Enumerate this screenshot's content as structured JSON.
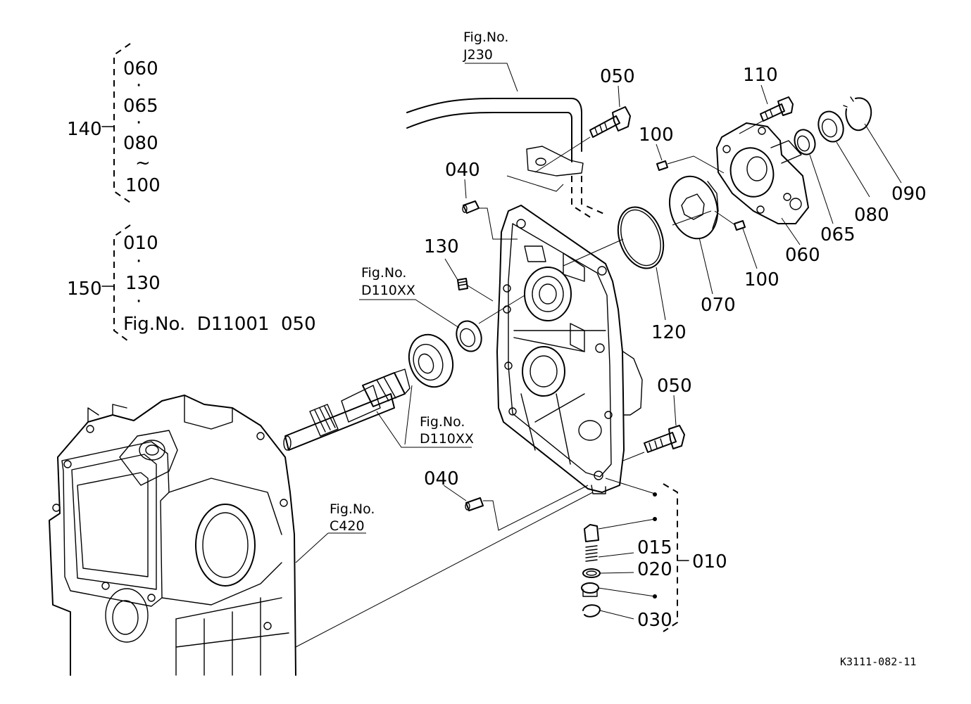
{
  "drawing_code": "K3111-082-11",
  "groups": {
    "g140": {
      "number": "140",
      "items": [
        "060",
        "·",
        "065",
        "·",
        "080",
        "~",
        "100"
      ]
    },
    "g150": {
      "number": "150",
      "items": [
        "010",
        "·",
        "130",
        "·",
        "Fig.No.  D11001  050"
      ]
    }
  },
  "fig_refs": {
    "j230": {
      "title": "Fig.No.",
      "code": "J230"
    },
    "d110xx_a": {
      "title": "Fig.No.",
      "code": "D110XX"
    },
    "d110xx_b": {
      "title": "Fig.No.",
      "code": "D110XX"
    },
    "c420": {
      "title": "Fig.No.",
      "code": "C420"
    }
  },
  "parts": {
    "p050_top": "050",
    "p050_right": "050",
    "p040_top": "040",
    "p040_bottom": "040",
    "p130": "130",
    "p120": "120",
    "p070": "070",
    "p100_top": "100",
    "p100_bottom": "100",
    "p110": "110",
    "p060": "060",
    "p065": "065",
    "p080": "080",
    "p090": "090",
    "p015": "015",
    "p020": "020",
    "p030": "030",
    "p010": "010"
  }
}
